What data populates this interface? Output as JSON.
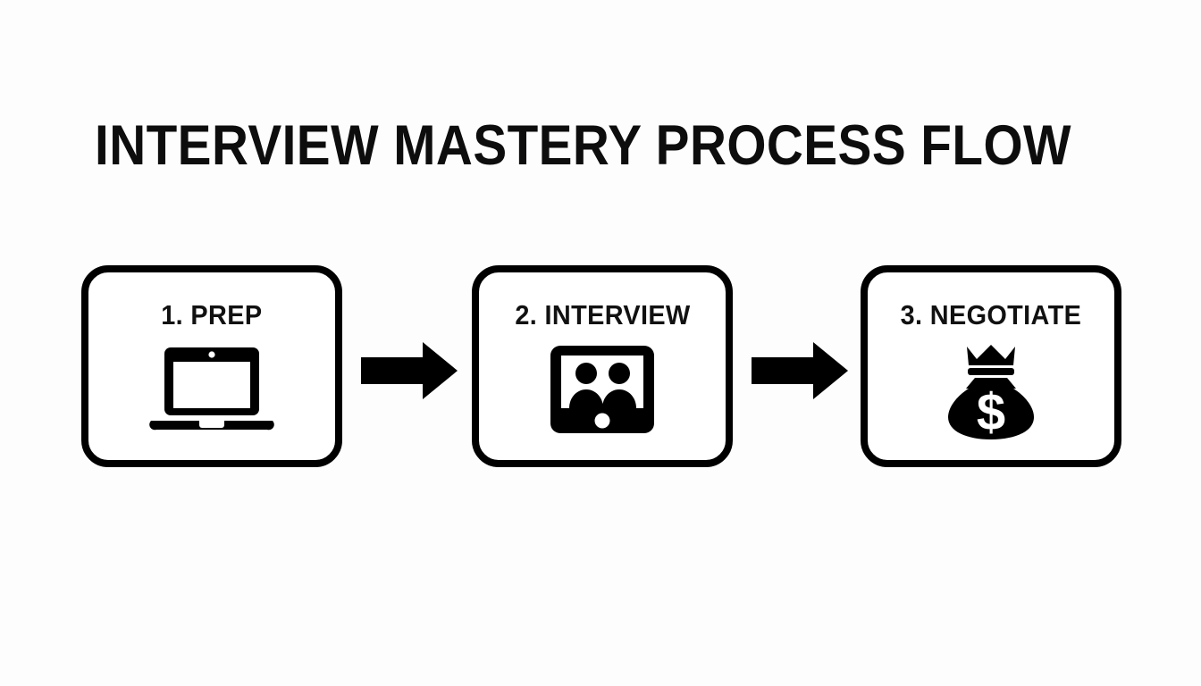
{
  "page": {
    "title": "INTERVIEW MASTERY PROCESS FLOW",
    "background_color": "#fdfdfe",
    "ink_color": "#000000",
    "type": "process-flow-diagram"
  },
  "flow": {
    "orientation": "horizontal",
    "step_count": 3,
    "connector_count": 2,
    "connector_type": "solid-right-arrow",
    "steps": [
      {
        "index": "1",
        "label": "1. PREP",
        "name": "PREP",
        "icon": "laptop-icon"
      },
      {
        "index": "2",
        "label": "2. INTERVIEW",
        "name": "INTERVIEW",
        "icon": "video-call-tablet-icon"
      },
      {
        "index": "3",
        "label": "3. NEGOTIATE",
        "name": "NEGOTIATE",
        "icon": "money-bag-icon"
      }
    ],
    "connectors": [
      {
        "from": "1. PREP",
        "to": "2. INTERVIEW",
        "icon": "right-arrow-icon"
      },
      {
        "from": "2. INTERVIEW",
        "to": "3. NEGOTIATE",
        "icon": "right-arrow-icon"
      }
    ]
  }
}
